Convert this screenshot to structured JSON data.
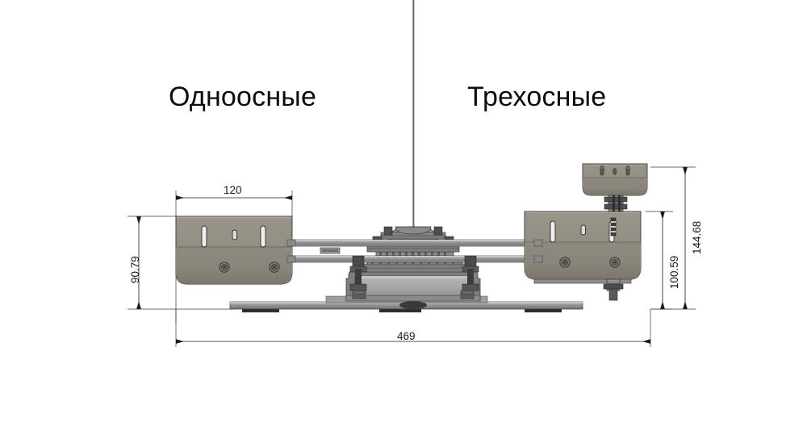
{
  "drawing": {
    "type": "engineering-elevation-view",
    "headings": {
      "left": "Одноосные",
      "right": "Трехосные"
    },
    "dimensions": {
      "bracket_width": "120",
      "overall_width": "469",
      "left_height": "90.79",
      "right_inner_height": "100.59",
      "right_outer_height": "144.68"
    },
    "colors": {
      "bracket_body": "#8e8a80",
      "bracket_body_light": "#a5a097",
      "bracket_body_dark": "#6f6b62",
      "rail": "#8e8e8e",
      "hardware_dark": "#3a3a3a",
      "steel_mid": "#9a9a9a",
      "outline": "#2b2b2b",
      "dimension_line": "#1a1a1a",
      "background": "#ffffff"
    }
  }
}
